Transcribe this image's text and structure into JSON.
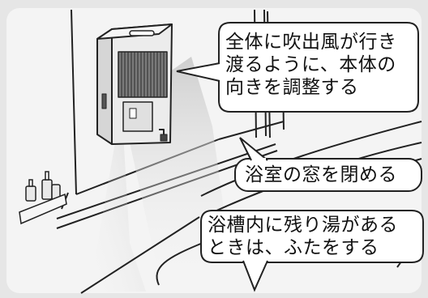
{
  "callouts": {
    "adjust_direction": {
      "line1": "全体に吹出風が行き",
      "line2": "渡るように、本体の",
      "line3": "向きを調整する"
    },
    "close_window": {
      "text": "浴室の窓を閉める"
    },
    "cover_bathtub": {
      "line1": "浴槽内に残り湯がある",
      "line2": "ときは、ふたをする"
    }
  }
}
